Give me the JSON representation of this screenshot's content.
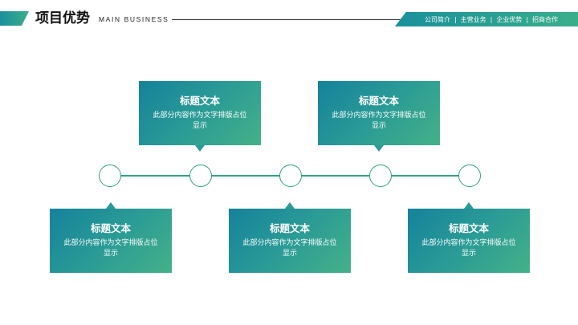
{
  "header": {
    "title": "项目优势",
    "subtitle": "MAIN BUSINESS",
    "nav": [
      "公司简介",
      "主营业务",
      "企业优势",
      "招商合作"
    ],
    "nav_separator": "|"
  },
  "cards": [
    {
      "title": "标题文本",
      "body": "此部分内容作为文字排版占位显示"
    },
    {
      "title": "标题文本",
      "body": "此部分内容作为文字排版占位显示"
    },
    {
      "title": "标题文本",
      "body": "此部分内容作为文字排版占位显示"
    },
    {
      "title": "标题文本",
      "body": "此部分内容作为文字排版占位显示"
    },
    {
      "title": "标题文本",
      "body": "此部分内容作为文字排版占位显示"
    }
  ],
  "colors": {
    "accent_start": "#15829b",
    "accent_end": "#45b188",
    "timeline": "#2fa385"
  }
}
